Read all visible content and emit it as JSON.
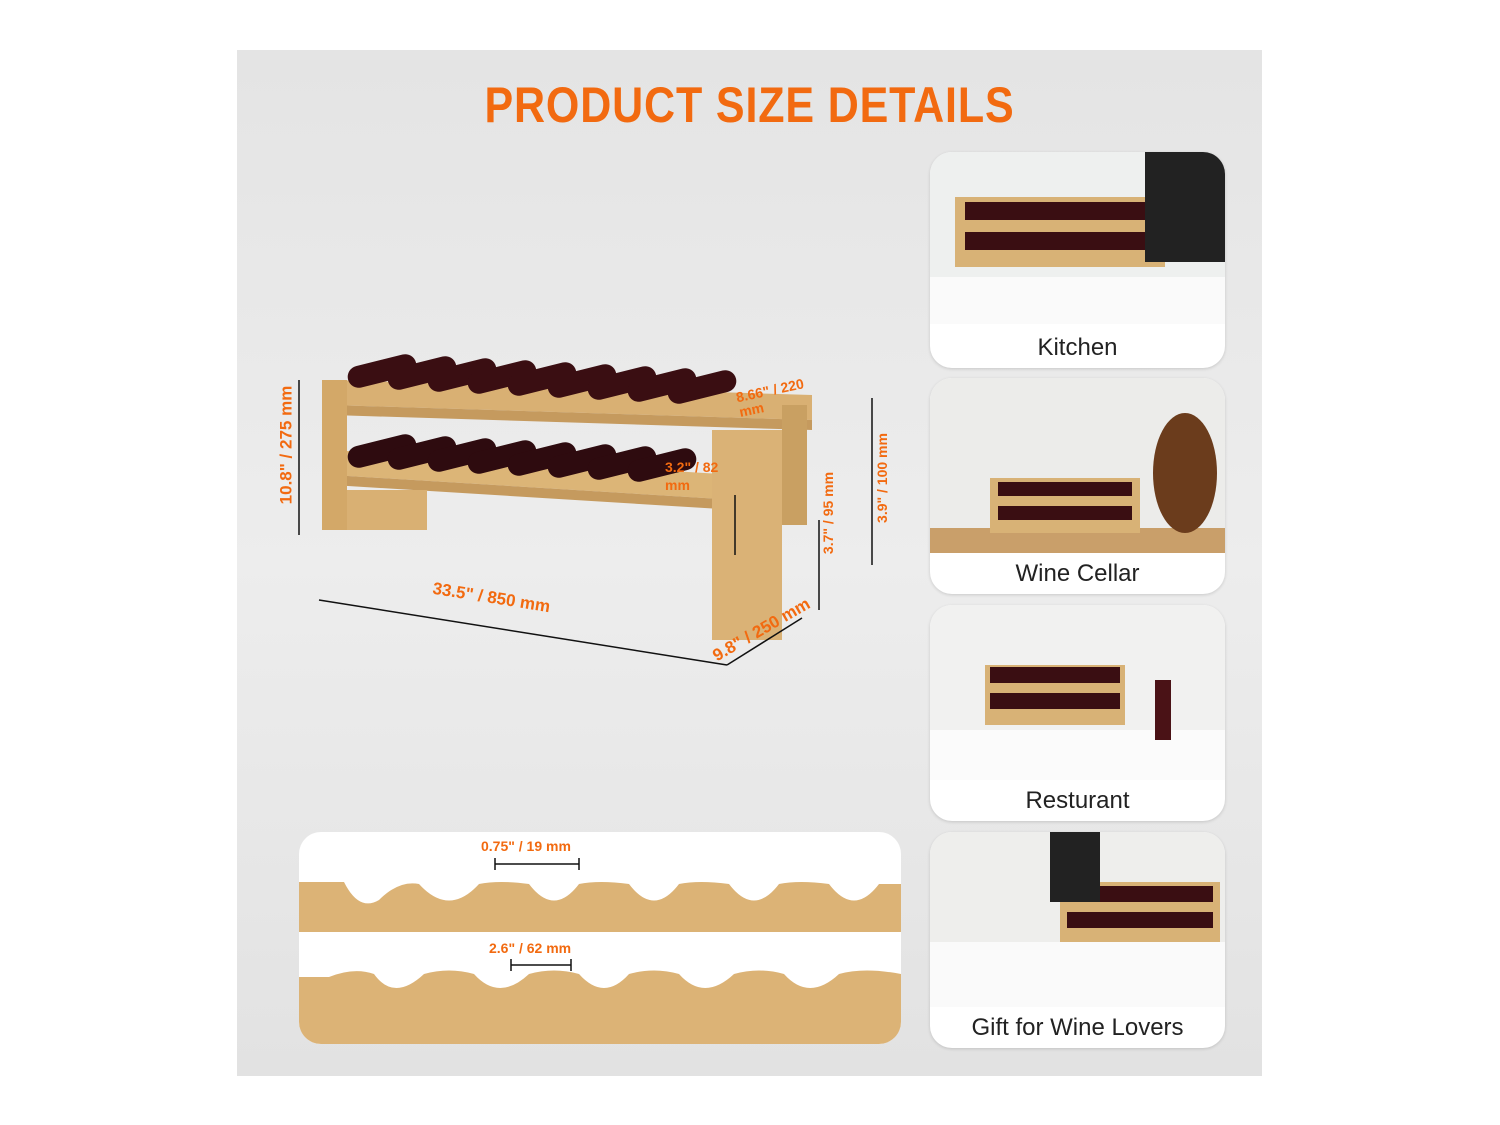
{
  "title": "PRODUCT SIZE DETAILS",
  "dimensions": {
    "height_total": "10.8\" / 275 mm",
    "length": "33.5\" / 850 mm",
    "depth": "9.8\" / 250 mm",
    "shelf_depth": "8.66\" / 220 mm",
    "gap": "3.2\" / 82 mm",
    "leg_height": "3.7\" / 95 mm",
    "tier_height": "3.9\" / 100 mm",
    "slot_spacing": "0.75\" / 19 mm",
    "slot_width": "2.6\" / 62 mm"
  },
  "scenes": [
    {
      "label": "Kitchen"
    },
    {
      "label": "Wine  Cellar"
    },
    {
      "label": "Resturant"
    },
    {
      "label": "Gift for Wine Lovers"
    }
  ],
  "colors": {
    "accent": "#f26a10",
    "bamboo": "#d9b073",
    "bottle": "#3a0e12",
    "panel": "#e8e8e8"
  }
}
